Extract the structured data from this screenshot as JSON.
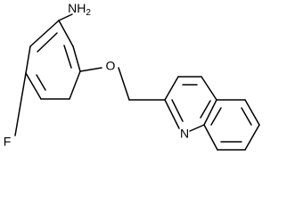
{
  "diagram": {
    "type": "chemical-structure",
    "atoms": {
      "amine": {
        "symbol": "NH",
        "subscript": "2"
      },
      "ether_oxygen": {
        "symbol": "O"
      },
      "fluorine": {
        "symbol": "F"
      },
      "ring_nitrogen": {
        "symbol": "N"
      }
    }
  }
}
